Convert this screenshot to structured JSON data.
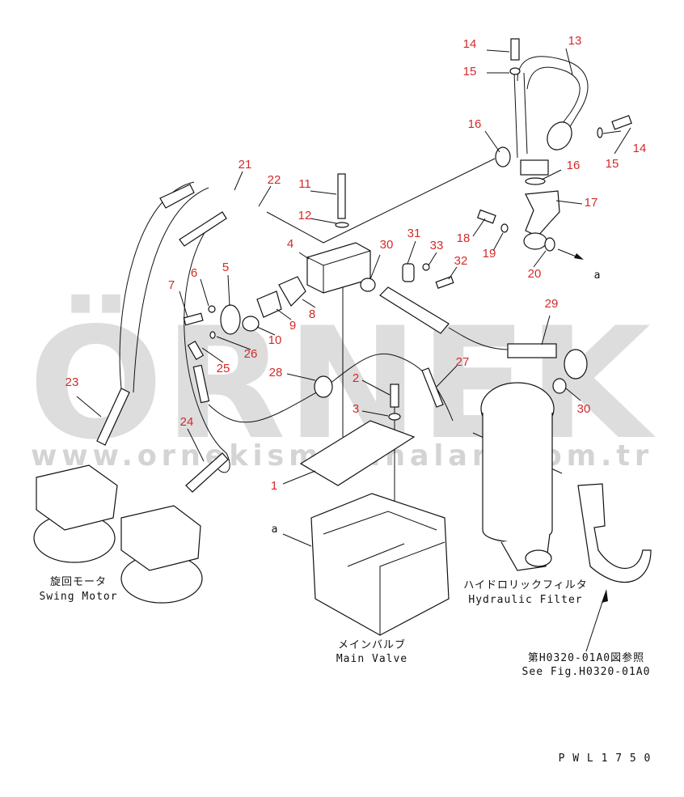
{
  "watermark": {
    "brand": "ÖRNEK",
    "url": "www.ornekismakinalari.com.tr",
    "accent_color": "#f5d98a"
  },
  "callouts": [
    "1",
    "2",
    "3",
    "4",
    "5",
    "6",
    "7",
    "8",
    "9",
    "10",
    "11",
    "12",
    "13",
    "14",
    "14",
    "15",
    "15",
    "16",
    "16",
    "17",
    "18",
    "19",
    "20",
    "21",
    "22",
    "23",
    "24",
    "25",
    "26",
    "27",
    "28",
    "29",
    "30",
    "30",
    "31",
    "32",
    "33"
  ],
  "view_marker": "a",
  "captions": {
    "swing_motor_jp": "旋回モータ",
    "swing_motor_en": "Swing Motor",
    "main_valve_jp": "メインバルブ",
    "main_valve_en": "Main Valve",
    "filter_jp": "ハイドロリックフィルタ",
    "filter_en": "Hydraulic Filter",
    "ref_jp": "第H0320-01A0図参照",
    "ref_en": "See Fig.H0320-01A0",
    "drawing_no": "P W L 1 7 5 0"
  },
  "colors": {
    "callout": "#d42a2a",
    "line": "#111111"
  }
}
